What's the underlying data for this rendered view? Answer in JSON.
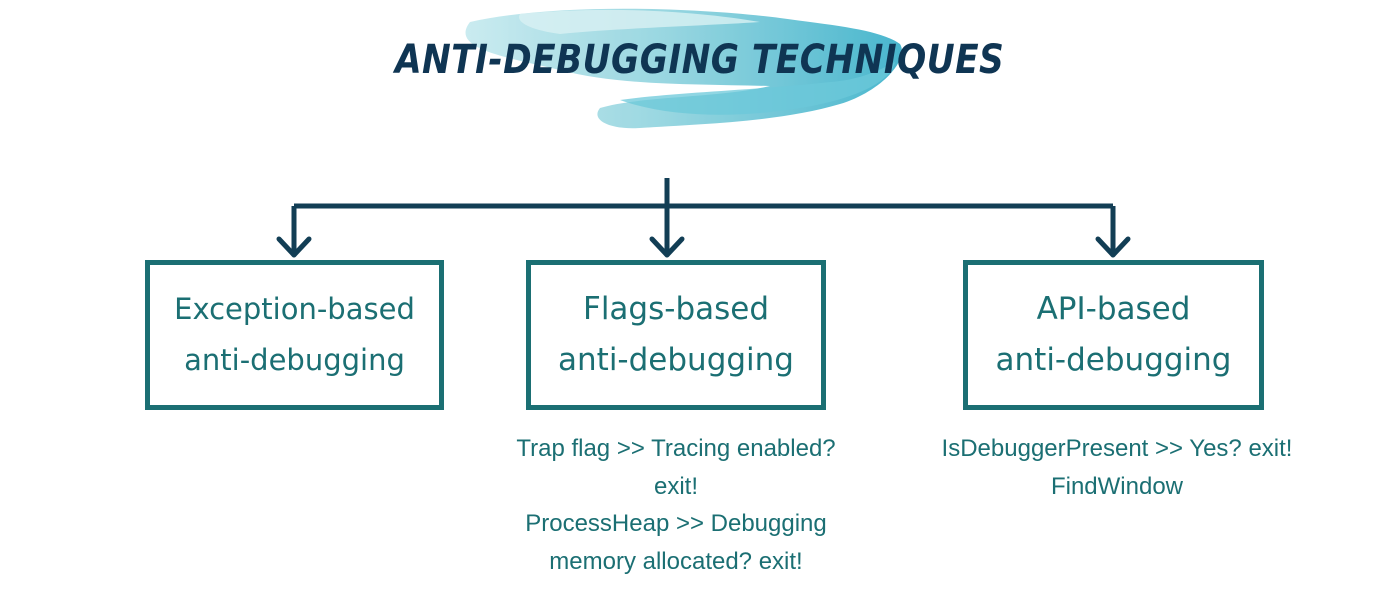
{
  "title": "ANTI-DEBUGGING TECHNIQUES",
  "colors": {
    "title": "#0f3553",
    "connector": "#123e55",
    "box_border": "#1b6f73",
    "box_text": "#1b6f73",
    "brush_light": "#a8dde4",
    "brush_dark": "#3fb6cd"
  },
  "boxes": [
    {
      "line1": "Exception-based",
      "line2": "anti-debugging"
    },
    {
      "line1": "Flags-based",
      "line2": "anti-debugging"
    },
    {
      "line1": "API-based",
      "line2": "anti-debugging"
    }
  ],
  "notes": {
    "flags": [
      "Trap flag >> Tracing enabled?",
      "exit!",
      "ProcessHeap >> Debugging",
      "memory allocated? exit!"
    ],
    "api": [
      "IsDebuggerPresent >> Yes? exit!",
      "FindWindow"
    ]
  }
}
